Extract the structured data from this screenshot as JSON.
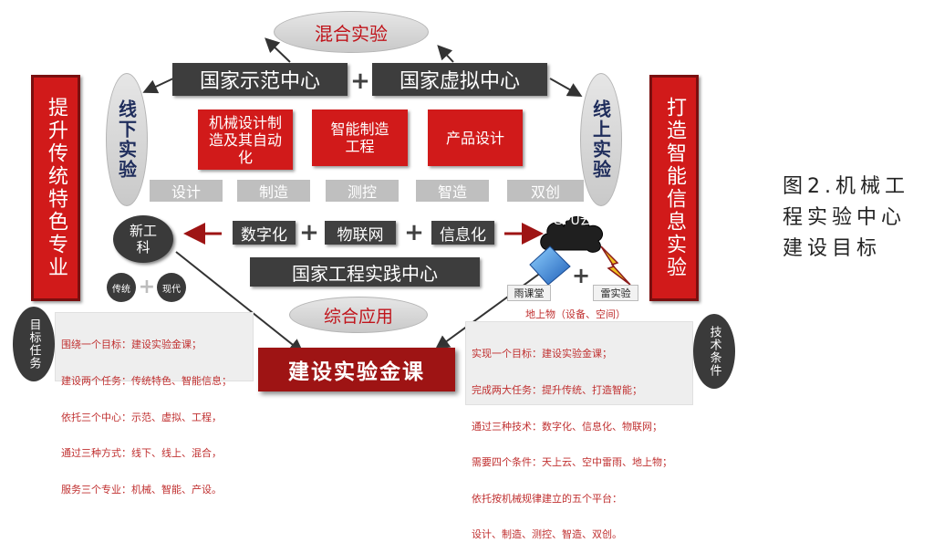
{
  "top_oval": "混合实验",
  "bottom_oval": "综合应用",
  "left_oval": "线下实验",
  "right_oval": "线上实验",
  "center_left": "国家示范中心",
  "center_right": "国家虚拟中心",
  "plus": "+",
  "red_boxes": [
    "机械设计制造及其自动化",
    "智能制造工程",
    "产品设计"
  ],
  "grey_boxes": [
    "设计",
    "制造",
    "测控",
    "智造",
    "双创"
  ],
  "tech_items": [
    "数字化",
    "物联网",
    "信息化"
  ],
  "practice_center": "国家工程实践中心",
  "left_banner": "提升传统特色专业",
  "right_banner": "打造智能信息实验",
  "new_eng": "新工科",
  "tradition": "传统",
  "modern": "现代",
  "gpu_cloud": "GPU云",
  "rain_class": "雨课堂",
  "thunder_exp": "雷实验",
  "ground": "地上物（设备、空间）",
  "golden_course": "建设实验金课",
  "left_circle": "目标任务",
  "right_circle": "技术条件",
  "left_note": [
    "围绕一个目标：建设实验金课；",
    "建设两个任务：传统特色、智能信息；",
    "依托三个中心：示范、虚拟、工程，",
    "通过三种方式：线下、线上、混合，",
    "服务三个专业：机械、智能、产设。"
  ],
  "right_note": [
    "实现一个目标：建设实验金课；",
    "完成两大任务：提升传统、打造智能；",
    "通过三种技术：数字化、信息化、物联网；",
    "需要四个条件：天上云、空中雷雨、地上物；",
    "依托按机械规律建立的五个平台：",
    "设计、制造、测控、智造、双创。"
  ],
  "caption": [
    "图2.机械工",
    "程实验中心",
    "建设目标"
  ],
  "colors": {
    "red": "#d11a1a",
    "dark_red": "#9e1414",
    "dark": "#3d3d3d",
    "grey": "#bfbfbf",
    "oval": "#d6d6d6"
  }
}
